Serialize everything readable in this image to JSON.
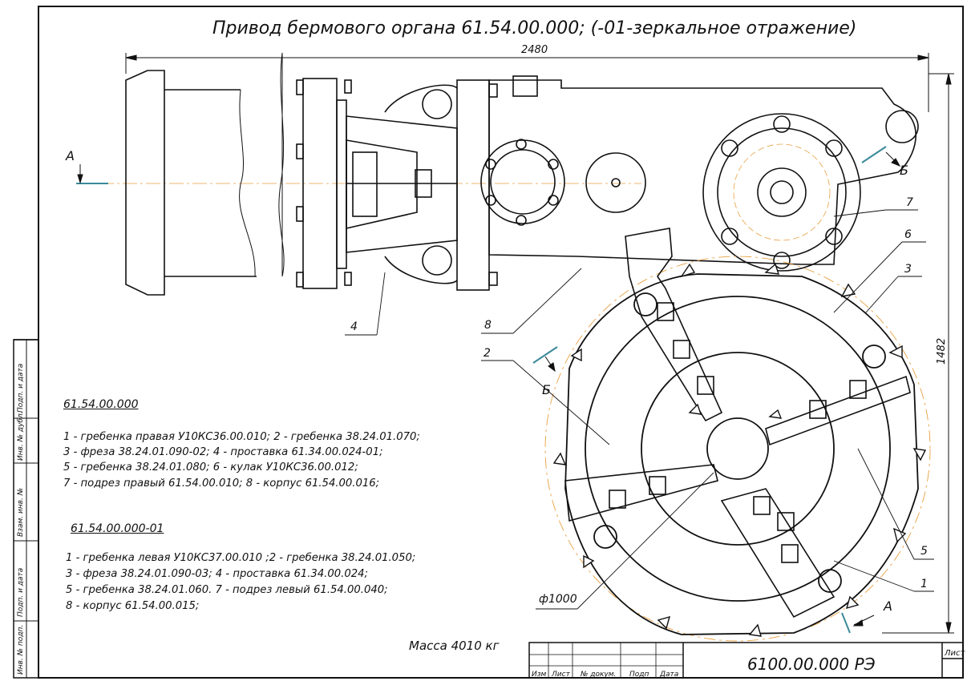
{
  "drawing": {
    "title": "Привод бермового органа 61.54.00.000; (-01-зеркальное отражение)",
    "dim_width": "2480",
    "dim_height": "1482",
    "dim_diameter": "ф1000",
    "section_A": "А",
    "section_B": "Б",
    "callouts": [
      "1",
      "2",
      "3",
      "4",
      "5",
      "6",
      "7",
      "8"
    ]
  },
  "spec": {
    "right_title": "61.54.00.000",
    "right_lines": [
      "1 - гребенка правая У10КС36.00.010; 2 - гребенка 38.24.01.070;",
      "3 - фреза 38.24.01.090-02; 4 - проставка 61.34.00.024-01;",
      "5 - гребенка 38.24.01.080; 6 - кулак У10КС36.00.012;",
      "7 - подрез правый 61.54.00.010; 8 - корпус 61.54.00.016;"
    ],
    "left_title": "61.54.00.000-01",
    "left_lines": [
      "1 - гребенка левая У10КС37.00.010 ;2 - гребенка 38.24.01.050;",
      "3 - фреза 38.24.01.090-03; 4 - проставка 61.34.00.024;",
      "5 - гребенка 38.24.01.060. 7 - подрез левый 61.54.00.040;",
      "8 - корпус 61.54.00.015;"
    ],
    "mass": "Масса 4010 кг"
  },
  "title_block": {
    "doc_number": "6100.00.000 РЭ",
    "sheet_label": "Лист",
    "columns": [
      "Изм",
      "Лист",
      "№ докум.",
      "Подп",
      "Дата"
    ]
  },
  "side_stamp": [
    "Подп. и дата",
    "Инв. № дубл.",
    "Взам. инв. №",
    "Подп. и дата",
    "Инв. № подп."
  ],
  "colors": {
    "line": "#111111",
    "centerline": "#e8a040",
    "section_mark": "#3a8a9a"
  }
}
